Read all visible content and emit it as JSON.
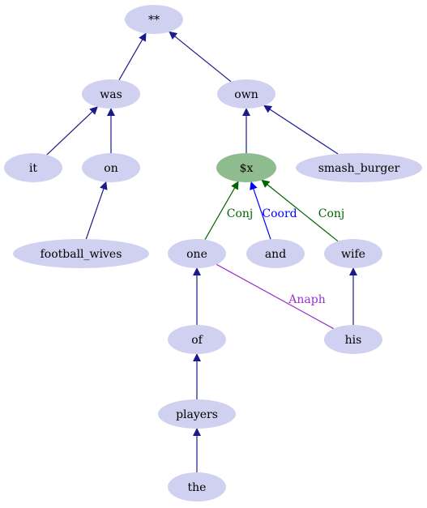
{
  "colors": {
    "node_fill": "#d0d0f0",
    "highlight_fill": "#8fbc8f",
    "edge_default": "#1a1a8c",
    "edge_conj": "#006400",
    "edge_coord": "#0000ff",
    "edge_anaph": "#9932cc",
    "text": "#000000"
  },
  "nodes": [
    {
      "id": "root",
      "label": "**",
      "highlight": false
    },
    {
      "id": "was",
      "label": "was",
      "highlight": false
    },
    {
      "id": "own",
      "label": "own",
      "highlight": false
    },
    {
      "id": "it",
      "label": "it",
      "highlight": false
    },
    {
      "id": "on",
      "label": "on",
      "highlight": false
    },
    {
      "id": "x",
      "label": "$x",
      "highlight": true
    },
    {
      "id": "smash_burger",
      "label": "smash_burger",
      "highlight": false
    },
    {
      "id": "football_wives",
      "label": "football_wives",
      "highlight": false
    },
    {
      "id": "one",
      "label": "one",
      "highlight": false
    },
    {
      "id": "and",
      "label": "and",
      "highlight": false
    },
    {
      "id": "wife",
      "label": "wife",
      "highlight": false
    },
    {
      "id": "of",
      "label": "of",
      "highlight": false
    },
    {
      "id": "his",
      "label": "his",
      "highlight": false
    },
    {
      "id": "players",
      "label": "players",
      "highlight": false
    },
    {
      "id": "the",
      "label": "the",
      "highlight": false
    }
  ],
  "edges": [
    {
      "from": "was",
      "to": "root",
      "label": "",
      "kind": "default"
    },
    {
      "from": "own",
      "to": "root",
      "label": "",
      "kind": "default"
    },
    {
      "from": "it",
      "to": "was",
      "label": "",
      "kind": "default"
    },
    {
      "from": "on",
      "to": "was",
      "label": "",
      "kind": "default"
    },
    {
      "from": "football_wives",
      "to": "on",
      "label": "",
      "kind": "default"
    },
    {
      "from": "x",
      "to": "own",
      "label": "",
      "kind": "default"
    },
    {
      "from": "smash_burger",
      "to": "own",
      "label": "",
      "kind": "default"
    },
    {
      "from": "one",
      "to": "x",
      "label": "Conj",
      "kind": "conj"
    },
    {
      "from": "and",
      "to": "x",
      "label": "Coord",
      "kind": "coord"
    },
    {
      "from": "wife",
      "to": "x",
      "label": "Conj",
      "kind": "conj"
    },
    {
      "from": "of",
      "to": "one",
      "label": "",
      "kind": "default"
    },
    {
      "from": "his",
      "to": "wife",
      "label": "",
      "kind": "default"
    },
    {
      "from": "players",
      "to": "of",
      "label": "",
      "kind": "default"
    },
    {
      "from": "the",
      "to": "players",
      "label": "",
      "kind": "default"
    },
    {
      "from": "his",
      "to": "one",
      "label": "Anaph",
      "kind": "anaph"
    }
  ]
}
